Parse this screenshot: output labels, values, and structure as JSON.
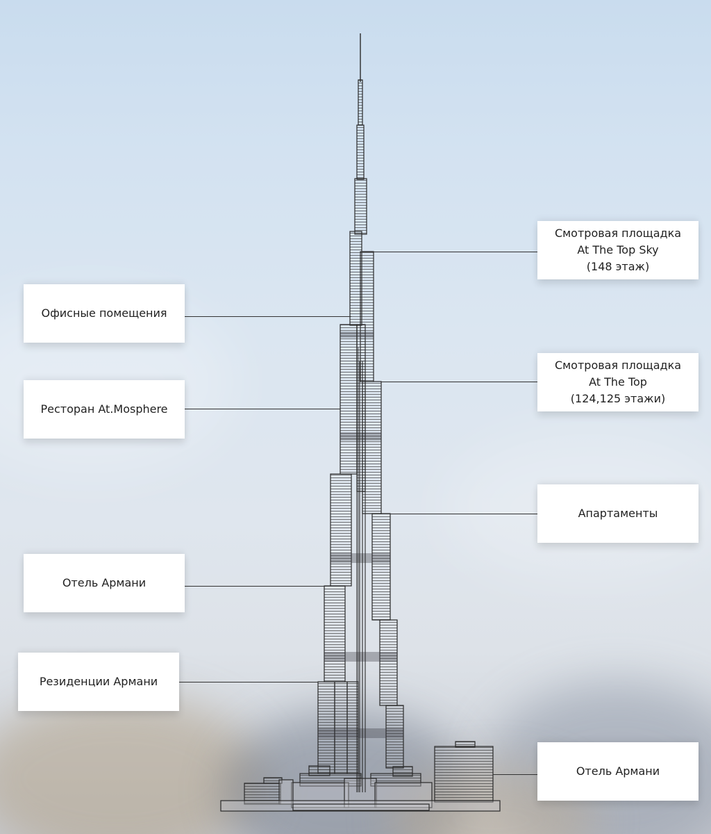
{
  "labels": {
    "left": [
      {
        "id": "offices",
        "lines": [
          "Офисные помещения"
        ]
      },
      {
        "id": "restaurant",
        "lines": [
          "Ресторан At.Mosphere"
        ]
      },
      {
        "id": "armani_hotel_left",
        "lines": [
          "Отель Армани"
        ]
      },
      {
        "id": "armani_residences",
        "lines": [
          "Резиденции Армани"
        ]
      }
    ],
    "right": [
      {
        "id": "top_sky",
        "lines": [
          "Смотровая площадка",
          "At The Top Sky",
          "(148 этаж)"
        ]
      },
      {
        "id": "at_the_top",
        "lines": [
          "Смотровая площадка",
          "At The Top",
          "(124,125 этажи)"
        ]
      },
      {
        "id": "apartments",
        "lines": [
          "Апартаменты"
        ]
      },
      {
        "id": "armani_hotel_right",
        "lines": [
          "Отель Армани"
        ]
      }
    ]
  },
  "colors": {
    "sky_top": "#c9dcee",
    "sky_bottom": "#c9ccd2",
    "outline": "#2a2a2a",
    "label_bg": "#ffffff"
  }
}
